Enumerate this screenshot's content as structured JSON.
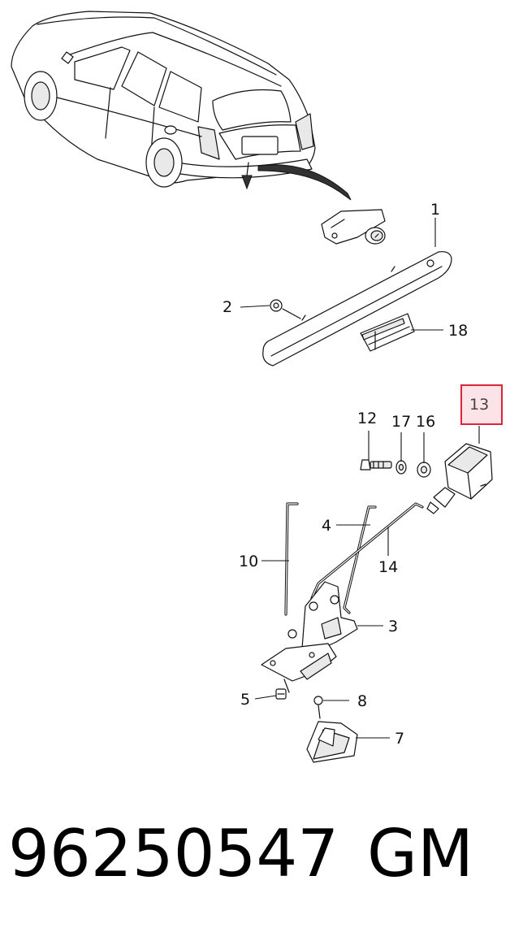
{
  "diagram": {
    "callouts": [
      {
        "id": "1",
        "label": "1"
      },
      {
        "id": "2",
        "label": "2"
      },
      {
        "id": "18",
        "label": "18"
      },
      {
        "id": "13",
        "label": "13",
        "highlighted": true
      },
      {
        "id": "12",
        "label": "12"
      },
      {
        "id": "17",
        "label": "17"
      },
      {
        "id": "16",
        "label": "16"
      },
      {
        "id": "4",
        "label": "4"
      },
      {
        "id": "10",
        "label": "10"
      },
      {
        "id": "14",
        "label": "14"
      },
      {
        "id": "3",
        "label": "3"
      },
      {
        "id": "5",
        "label": "5"
      },
      {
        "id": "8",
        "label": "8"
      },
      {
        "id": "7",
        "label": "7"
      }
    ],
    "highlight_color": "#d9263a",
    "highlight_fill": "#fbe3e7"
  },
  "footer": {
    "part_number": "96250547",
    "brand": "GM"
  }
}
